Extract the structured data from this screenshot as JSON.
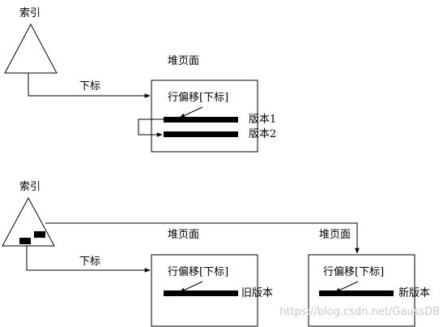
{
  "top": {
    "index_label": "索引",
    "subscript_label": "下标",
    "heap_page_label": "堆页面",
    "row_offset_label": "行偏移[下标]",
    "version1_label": "版本1",
    "version2_label": "版本2"
  },
  "bottom": {
    "index_label": "索引",
    "subscript_label": "下标",
    "heap_page_left_label": "堆页面",
    "heap_page_right_label": "堆页面",
    "row_offset_left_label": "行偏移[下标]",
    "row_offset_right_label": "行偏移[下标]",
    "old_version_label": "旧版本",
    "new_version_label": "新版本"
  },
  "watermark": "https://blog.csdn.net/GaussDB"
}
